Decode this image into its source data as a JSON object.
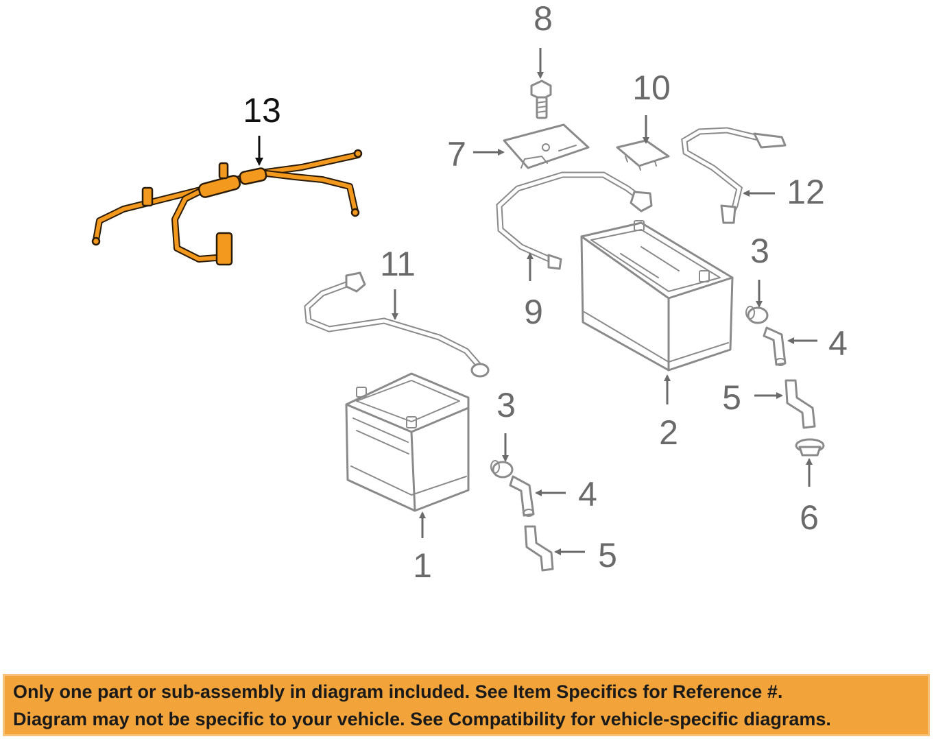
{
  "callouts": {
    "c1": "1",
    "c2": "2",
    "c3a": "3",
    "c3b": "3",
    "c4a": "4",
    "c4b": "4",
    "c5a": "5",
    "c5b": "5",
    "c6": "6",
    "c7": "7",
    "c8": "8",
    "c9": "9",
    "c10": "10",
    "c11": "11",
    "c12": "12",
    "c13": "13"
  },
  "highlight_color": "#f39a1e",
  "disclaimer": {
    "line1": "Only one part or sub-assembly in diagram included. See Item Specifics for Reference #.",
    "line2": "Diagram may not be specific to your vehicle. See Compatibility for vehicle-specific diagrams."
  }
}
